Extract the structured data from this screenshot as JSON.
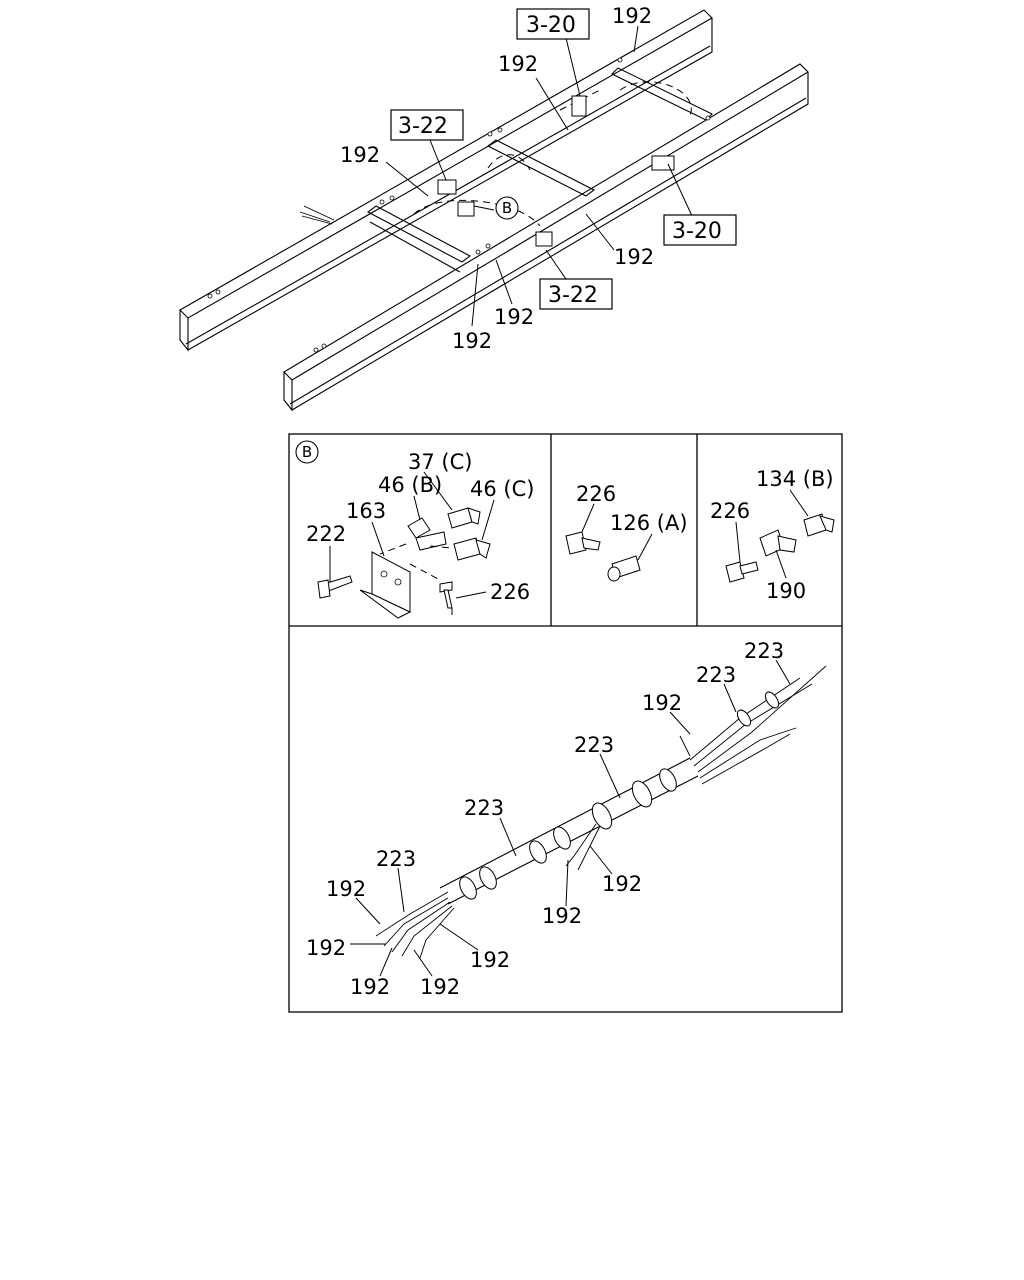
{
  "frame_callouts": {
    "top_192": "192",
    "ref_3_20_top": "3-20",
    "mid_192": "192",
    "ref_3_22_left": "3-22",
    "left_192": "192",
    "detail_B_marker": "B",
    "ref_3_20_right": "3-20",
    "right_192": "192",
    "ref_3_22_bottom": "3-22",
    "lower_192_a": "192",
    "lower_192_b": "192"
  },
  "panel_b": {
    "marker": "B",
    "part_37c": "37 (C)",
    "part_46b": "46 (B)",
    "part_46c": "46 (C)",
    "part_163": "163",
    "part_222": "222",
    "part_226": "226"
  },
  "panel_mid": {
    "part_226": "226",
    "part_126a": "126 (A)"
  },
  "panel_right": {
    "part_134b": "134 (B)",
    "part_226": "226",
    "part_190": "190"
  },
  "harness": {
    "l223_a": "223",
    "l223_b": "223",
    "l192_top": "192",
    "l223_c": "223",
    "l223_d": "223",
    "l223_e": "223",
    "l192_left_top": "192",
    "l192_left_mid": "192",
    "l192_right_low": "192",
    "l192_center_a": "192",
    "l192_center_b": "192",
    "l192_bottom_a": "192",
    "l192_bottom_b": "192"
  }
}
